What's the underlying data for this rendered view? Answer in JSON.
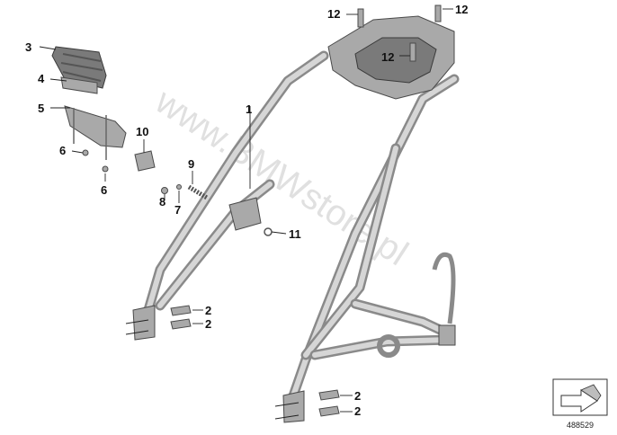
{
  "watermark": "www.BMWstore.pl",
  "reference_number": "488529",
  "callouts": {
    "c1": "1",
    "c2a": "2",
    "c2b": "2",
    "c2c": "2",
    "c2d": "2",
    "c3": "3",
    "c4": "4",
    "c5": "5",
    "c6a": "6",
    "c6b": "6",
    "c7": "7",
    "c8": "8",
    "c9": "9",
    "c10": "10",
    "c11": "11",
    "c12a": "12",
    "c12b": "12",
    "c12c": "12"
  },
  "icons": {
    "corner_badge": "arrow-corner-icon"
  }
}
